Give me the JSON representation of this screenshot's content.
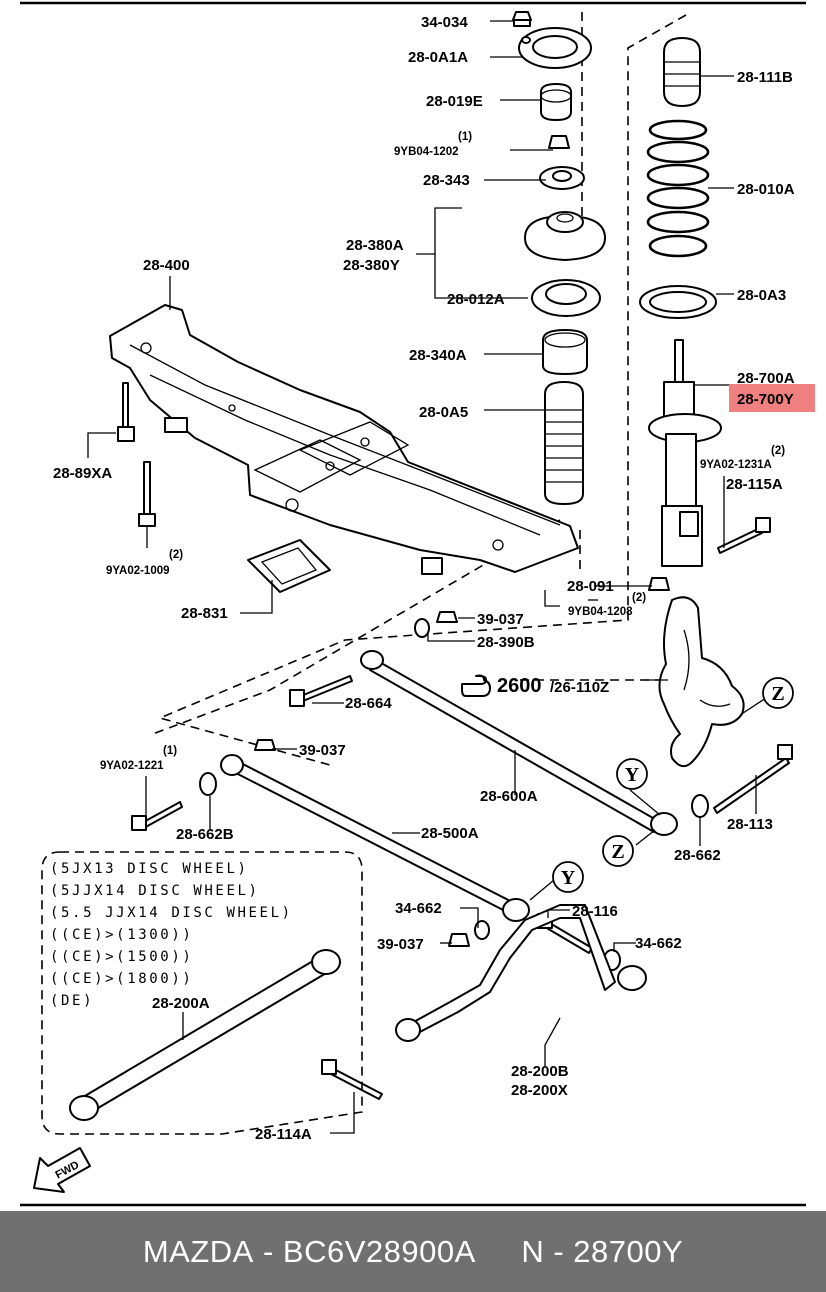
{
  "labels": {
    "p1": "34-034",
    "p2": "28-0A1A",
    "p3": "28-019E",
    "p4_qty": "(1)",
    "p4": "9YB04-1202",
    "p5": "28-343",
    "p6a": "28-380A",
    "p6b": "28-380Y",
    "p7": "28-012A",
    "p8": "28-340A",
    "p9": "28-0A5",
    "p10": "28-111B",
    "p11": "28-010A",
    "p12": "28-0A3",
    "p13": "28-700A",
    "p14": "28-700Y",
    "p15_qty": "(2)",
    "p15": "9YA02-1231A",
    "p16": "28-115A",
    "p17": "28-400",
    "p18": "28-89XA",
    "p19_qty": "(2)",
    "p19": "9YA02-1009",
    "p20": "28-831",
    "p21": "28-091",
    "p22_qty": "(2)",
    "p22": "9YB04-1208",
    "p23": "39-037",
    "p24": "28-390B",
    "p25": "28-664",
    "p26a": "2600",
    "p26b": "/26-110Z",
    "p27": "39-037",
    "p28_qty": "(1)",
    "p28": "9YA02-1221",
    "p29": "28-662B",
    "p30": "28-600A",
    "p31": "28-113",
    "p32": "28-500A",
    "p33": "28-662",
    "p34": "34-662",
    "p35": "28-116",
    "p36": "39-037",
    "p37": "34-662",
    "p38": "28-200A",
    "p39a": "28-200B",
    "p39b": "28-200X",
    "p40": "28-114A"
  },
  "callouts": {
    "z": "Z",
    "y": "Y"
  },
  "notes": [
    "(5JX13 DISC WHEEL)",
    "(5JJX14 DISC WHEEL)",
    "(5.5 JJX14 DISC WHEEL)",
    "((CE)>(1300))",
    "((CE)>(1500))",
    "((CE)>(1800))",
    "(DE)"
  ],
  "fwd": "FWD",
  "highlight_color": "#f08080",
  "footer": {
    "brand": "MAZDA",
    "part_number": "BC6V28900A",
    "n_code": "28700Y"
  }
}
